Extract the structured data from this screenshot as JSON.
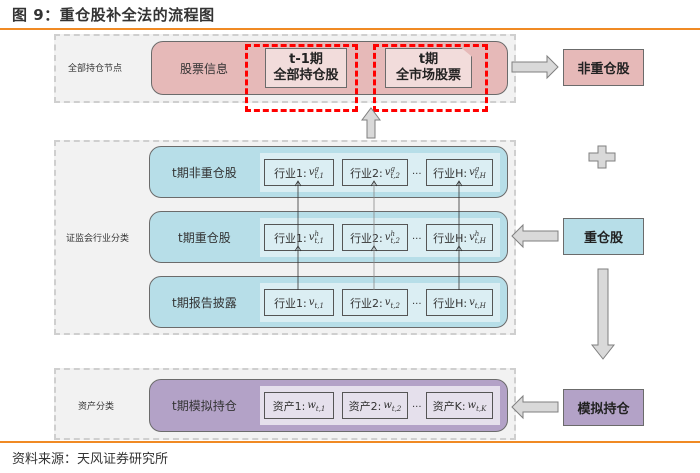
{
  "figure": {
    "title": "图 9：重仓股补全法的流程图",
    "source": "资料来源：天风证券研究所"
  },
  "colors": {
    "accent_line": "#f08a24",
    "pink": "#e6b9b8",
    "blue": "#b7dee8",
    "purple": "#b3a2c7",
    "highlight_dash": "#ff0000"
  },
  "groups": {
    "holding_nodes": {
      "label": "全部持仓节点",
      "row_label": "股票信息",
      "box_prev": {
        "line1": "t-1期",
        "line2": "全部持仓股"
      },
      "box_curr": {
        "line1": "t期",
        "line2": "全市场股票"
      }
    },
    "industry": {
      "label": "证监会行业分类",
      "rows": [
        {
          "label": "t期非重仓股",
          "cells": [
            {
              "prefix": "行业1:",
              "var": "v",
              "sup": "g",
              "sub": "t,1"
            },
            {
              "prefix": "行业2: ",
              "var": "v",
              "sup": "g",
              "sub": "t,2"
            },
            {
              "prefix": "行业H: ",
              "var": "v",
              "sup": "g",
              "sub": "t,H"
            }
          ]
        },
        {
          "label": "t期重仓股",
          "cells": [
            {
              "prefix": "行业1:",
              "var": "v",
              "sup": "h",
              "sub": "t,1"
            },
            {
              "prefix": "行业2: ",
              "var": "v",
              "sup": "h",
              "sub": "t,2"
            },
            {
              "prefix": "行业H: ",
              "var": "v",
              "sup": "h",
              "sub": "t,H"
            }
          ]
        },
        {
          "label": "t期报告披露",
          "cells": [
            {
              "prefix": "行业1:",
              "var": "v",
              "sup": "",
              "sub": "t,1"
            },
            {
              "prefix": "行业2: ",
              "var": "v",
              "sup": "",
              "sub": "t,2"
            },
            {
              "prefix": "行业H: ",
              "var": "v",
              "sup": "",
              "sub": "t,H"
            }
          ]
        }
      ],
      "ellipsis": "..."
    },
    "assets": {
      "label": "资产分类",
      "row_label": "t期模拟持仓",
      "cells": [
        {
          "prefix": "资产1:",
          "var": "w",
          "sub": "t,1"
        },
        {
          "prefix": "资产2: ",
          "var": "w",
          "sub": "t,2"
        },
        {
          "prefix": "资产K: ",
          "var": "w",
          "sub": "t,K"
        }
      ],
      "ellipsis": "..."
    }
  },
  "side_boxes": {
    "non_heavy": "非重仓股",
    "plus": "+",
    "heavy": "重仓股",
    "simulated": "模拟持仓"
  }
}
